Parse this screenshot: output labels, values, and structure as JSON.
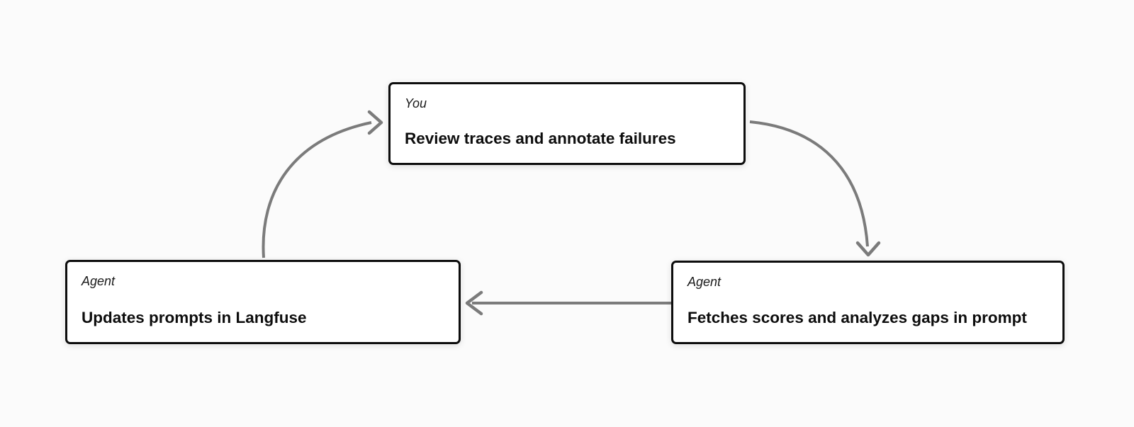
{
  "canvas": {
    "background": "#fbfbfb",
    "node_fill": "#ffffff",
    "node_border_color": "#0d0d0d",
    "arrow_color": "#7b7b7b",
    "label_color": "#1a1a1a",
    "title_color": "#0d0d0d"
  },
  "nodes": [
    {
      "key": "review-traces",
      "actor": "You",
      "action": "Review traces and annotate failures"
    },
    {
      "key": "fetches-scores",
      "actor": "Agent",
      "action": "Fetches scores and analyzes gaps in prompt"
    },
    {
      "key": "updates-prompts",
      "actor": "Agent",
      "action": "Updates prompts in Langfuse"
    }
  ],
  "edges": [
    {
      "from": "updates-prompts",
      "to": "review-traces",
      "style": "curved-up"
    },
    {
      "from": "review-traces",
      "to": "fetches-scores",
      "style": "curved-down"
    },
    {
      "from": "fetches-scores",
      "to": "updates-prompts",
      "style": "straight-left"
    }
  ]
}
